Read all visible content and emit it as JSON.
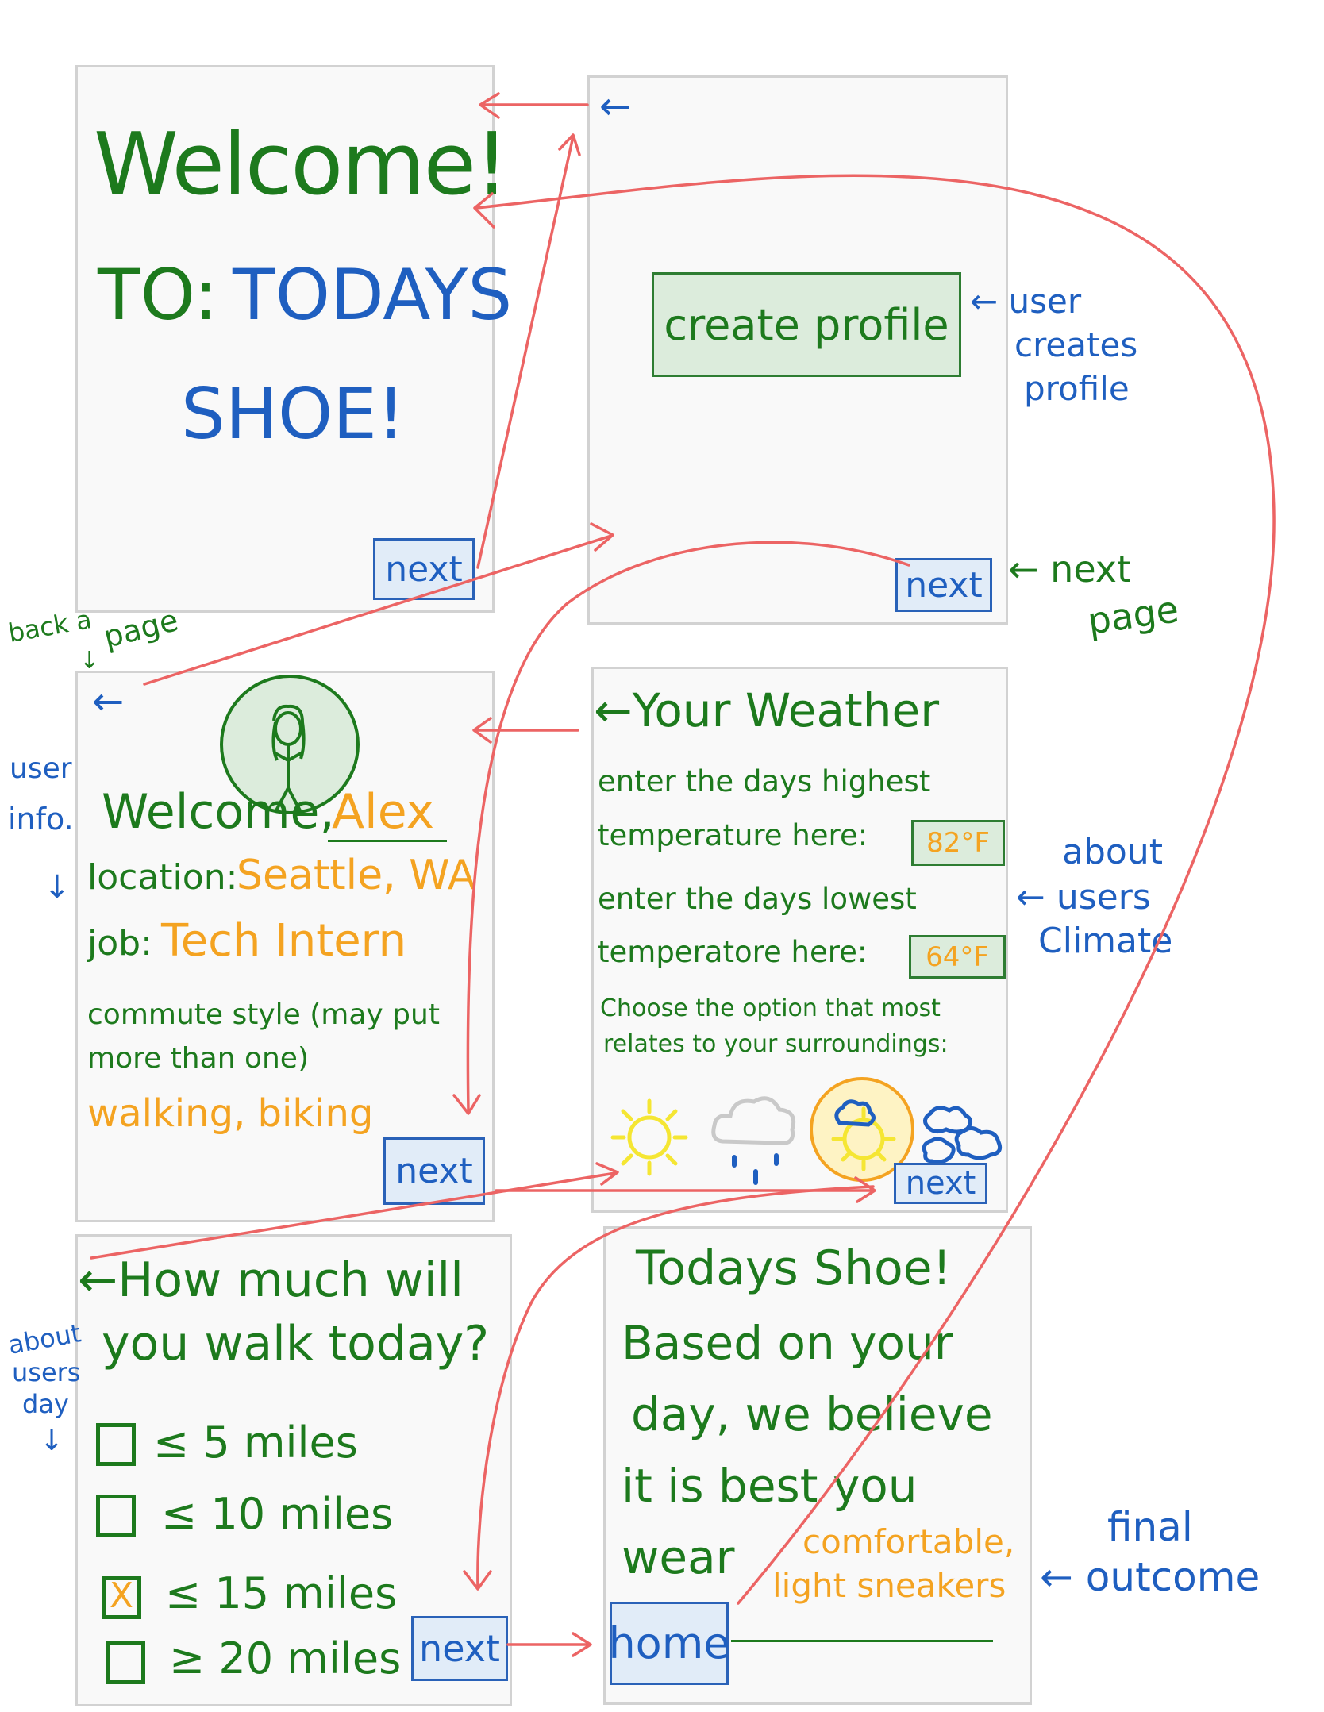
{
  "screen1": {
    "welcome": "Welcome!",
    "to_label": "TO:",
    "app_name_1": "TODAYS",
    "app_name_2": "SHOE!",
    "next": "next"
  },
  "screen2": {
    "back": "←",
    "create_profile": "create profile",
    "next": "next"
  },
  "screen3": {
    "back": "←",
    "welcome": "Welcome,",
    "name": "Alex",
    "location_label": "location:",
    "location_value": "Seattle, WA",
    "job_label": "job:",
    "job_value": "Tech Intern",
    "commute_label_1": "commute style (may put",
    "commute_label_2": "more than one)",
    "commute_value": "walking, biking",
    "next": "next"
  },
  "screen4": {
    "title": "←Your Weather",
    "high_line_1": "enter the days highest",
    "high_line_2": "temperature here:",
    "high_value": "82°F",
    "low_line_1": "enter the days lowest",
    "low_line_2": "temperatore here:",
    "low_value": "64°F",
    "choose_line_1": "Choose the option that most",
    "choose_line_2": "relates to your surroundings:",
    "next": "next"
  },
  "screen5": {
    "title_1": "←How much will",
    "title_2": "you walk today?",
    "options": [
      {
        "label": "≤ 5 miles",
        "mark": ""
      },
      {
        "label": "≤ 10 miles",
        "mark": ""
      },
      {
        "label": "≤ 15 miles",
        "mark": "X"
      },
      {
        "label": "≥ 20 miles",
        "mark": ""
      }
    ],
    "next": "next"
  },
  "screen6": {
    "title": "Todays Shoe!",
    "line_1": "Based on your",
    "line_2": "day, we believe",
    "line_3": "it is best you",
    "line_4": "wear",
    "outcome_1": "comfortable,",
    "outcome_2": "light sneakers",
    "home": "home"
  },
  "annotations": {
    "back_a_page_1": "back a",
    "back_a_page_2": "page",
    "user_info_1": "user",
    "user_info_2": "info.",
    "user_creates_1": "← user",
    "user_creates_2": "creates",
    "user_creates_3": "profile",
    "next_page_1": "← next",
    "next_page_2": "page",
    "about_climate_1": "about",
    "about_climate_2": "← users",
    "about_climate_3": "Climate",
    "about_day_1": "about",
    "about_day_2": "users",
    "about_day_3": "day",
    "final_1": "final",
    "final_2": "← outcome"
  },
  "colors": {
    "green": "#1d7a1d",
    "blue": "#1f5fc0",
    "orange": "#f4a321",
    "arrow": "#ec6464"
  }
}
